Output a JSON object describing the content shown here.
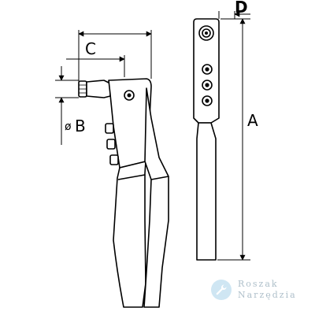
{
  "labels": {
    "a": "A",
    "b": "B",
    "b_symbol": "ø",
    "c": "C",
    "d": "D"
  },
  "watermark": {
    "line1": "Roszak",
    "line2": "Narzędzia",
    "icon": "wrench-icon"
  },
  "colors": {
    "line": "#000000",
    "background": "#ffffff",
    "watermark_text": "#aebfca",
    "watermark_badge": "#cfe6f3"
  }
}
